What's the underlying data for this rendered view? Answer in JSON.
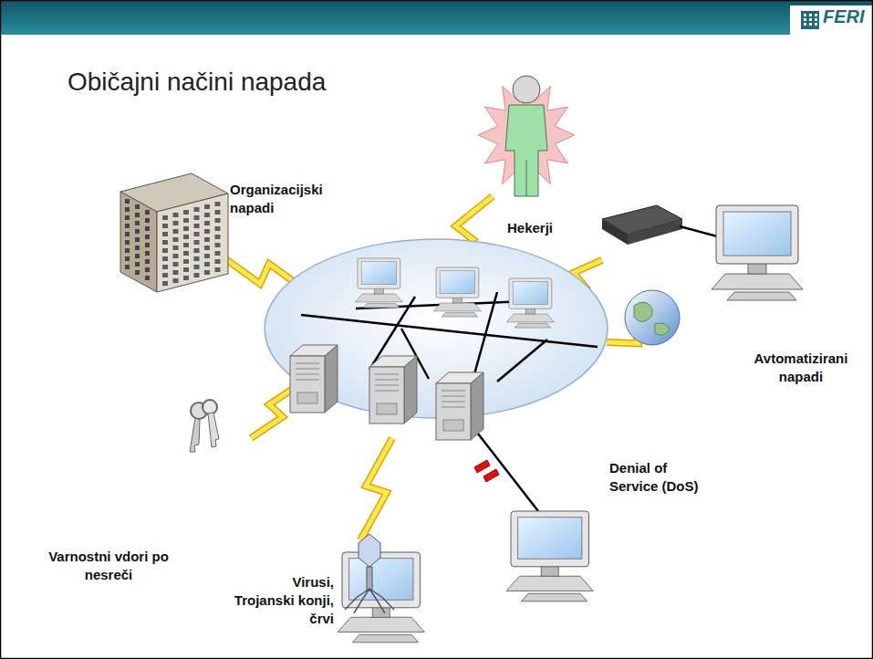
{
  "diagram": {
    "title": "Običajni načini napada",
    "labels": [
      "FERI",
      "Organizacijski napadi",
      "Hekerji",
      "Avtomatizirani napadi",
      "Varnostni vdori po nesreči",
      "Virusi, Trojanski konji, črvi",
      "Denial of Service (DoS)"
    ]
  }
}
